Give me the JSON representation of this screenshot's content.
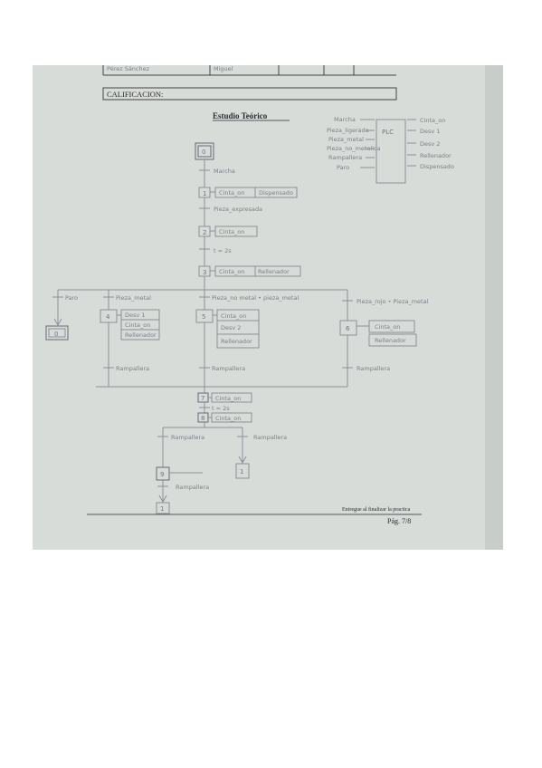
{
  "header": {
    "row_cells": [
      "Pérez Sánchez",
      "Miguel",
      "",
      "",
      ""
    ],
    "calificacion_label": "CALIFICACION:"
  },
  "section_title": "Estudio Teórico",
  "plc": {
    "label": "PLC",
    "inputs": [
      "Marcha",
      "Pieza_ligerada",
      "Pieza_metal",
      "Pieza_no_metalica",
      "Rampallera",
      "Paro"
    ],
    "outputs": [
      "Cinta_on",
      "Desv 1",
      "Desv 2",
      "Rellenador",
      "Dispensado"
    ]
  },
  "grafcet": {
    "steps": {
      "s0": "0",
      "s1": "1",
      "s2": "2",
      "s3": "3",
      "s4": "4",
      "s5": "5",
      "s6": "6",
      "s7": "7",
      "s8": "8",
      "s9": "9",
      "s1b": "1",
      "s1c": "1",
      "s0b": "0"
    },
    "actions": {
      "a1a": "Cinta_on",
      "a1b": "Dispensado",
      "a2": "Cinta_on",
      "a3a": "Cinta_on",
      "a3b": "Rellenador",
      "a4a": "Desv 1",
      "a4b": "Cinta_on",
      "a4c": "Rellenador",
      "a5a": "Cinta_on",
      "a5b": "Desv 2",
      "a5c": "Rellenador",
      "a6a": "Cinta_on",
      "a6b": "Rellenador",
      "a7": "Cinta_on",
      "a8": "Cinta_on"
    },
    "transitions": {
      "t0": "Marcha",
      "t1": "Pieza_expresada",
      "t2": "t = 2s",
      "paro": "Paro",
      "t3a": "Pieza_metal",
      "t3b": "Pieza_no metal • pieza_metal",
      "t3c": "Pieza_rojo • Pieza_metal",
      "t4": "Rampallera",
      "t5": "Rampallera",
      "t6": "Rampallera",
      "t7": "t = 2s",
      "t8a": "Rampallera",
      "t8b": "Rampallera",
      "t9": "Rampallera"
    }
  },
  "footer": {
    "note": "Entregue al finalizar la practica",
    "page": "Pág. 7/8"
  },
  "colors": {
    "paper": "#d8dcd8",
    "pencil": "#7a8088",
    "print": "#2a2a30"
  }
}
